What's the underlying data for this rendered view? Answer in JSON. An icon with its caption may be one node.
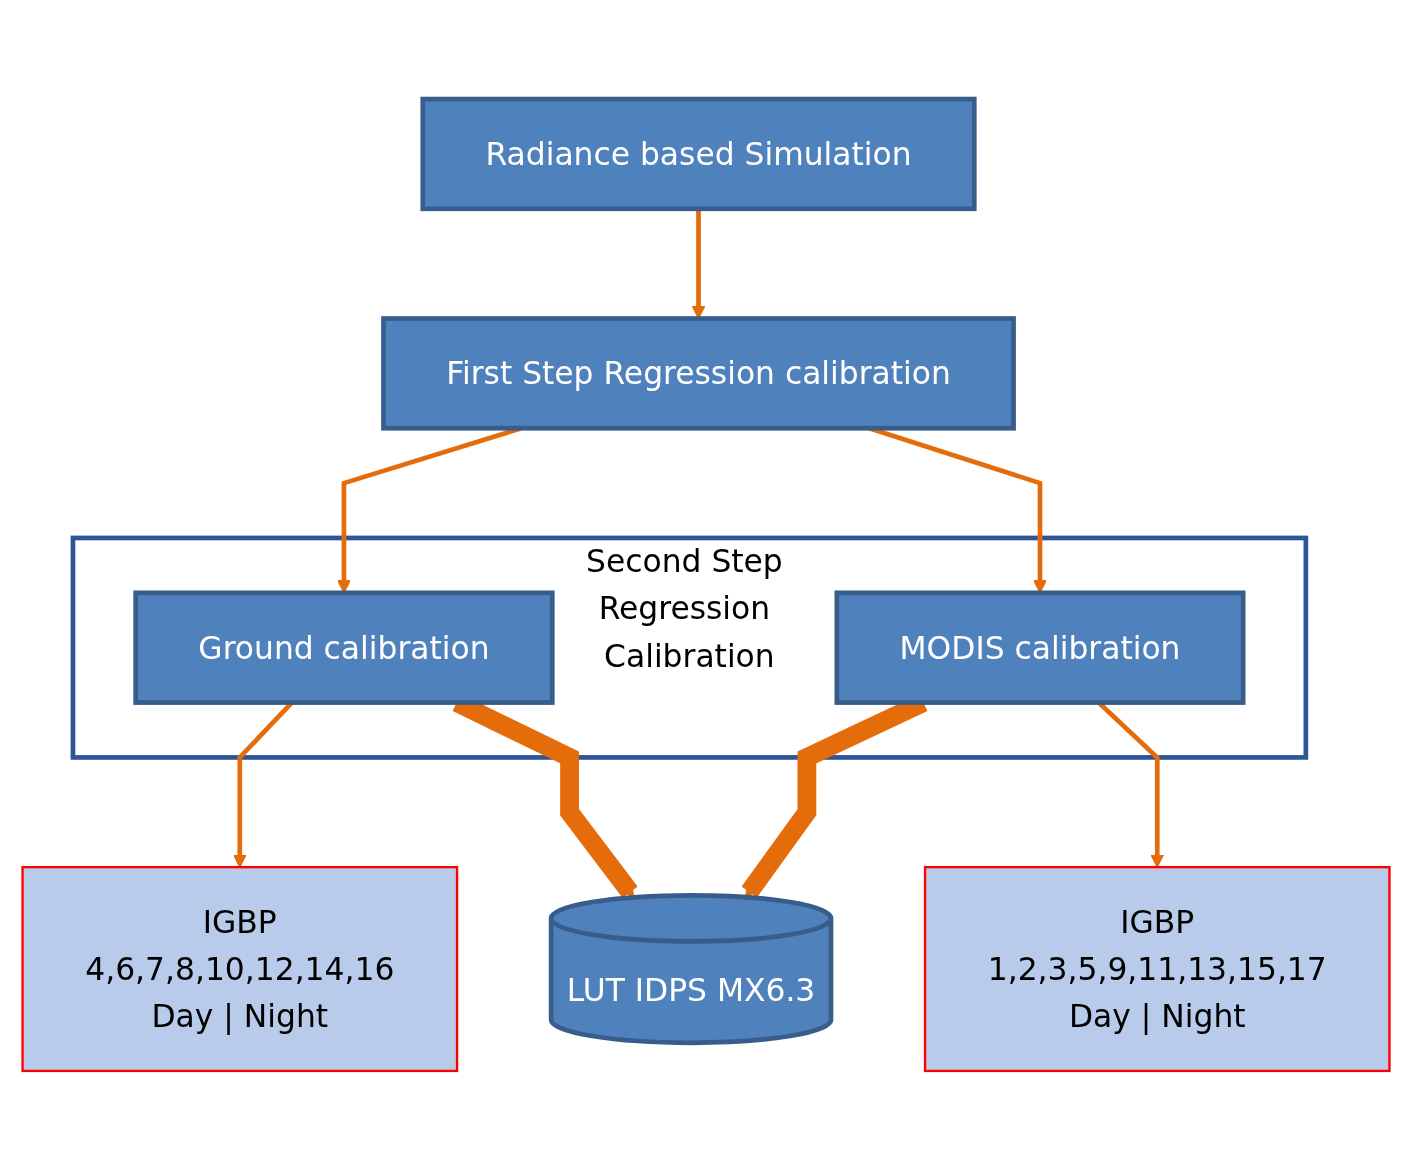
{
  "diagram": {
    "nodes": [
      {
        "text": [
          "LUT IDPS MX6.3"
        ]
      },
      {
        "text": [
          "Radiance based Simulation"
        ]
      },
      {
        "text": [
          "First Step Regression calibration"
        ]
      },
      {
        "text": [
          "Second Step Regression Calibration"
        ]
      },
      {
        "text": [
          "Ground calibration"
        ],
        "in": 3
      },
      {
        "text": [
          "MODIS calibration"
        ],
        "in": 3
      },
      {
        "text": [
          "IGBP",
          "4,6,7,8,10,12,14,16",
          "Day | Night"
        ]
      },
      {
        "text": [
          "IGBP",
          "1,2,3,5,9,11,13,15,17",
          "Day | Night"
        ]
      }
    ],
    "edges": [
      {
        "from": 1,
        "to": 2,
        "arrow": "to"
      },
      {
        "from": 2,
        "to": 4,
        "arrow": "to"
      },
      {
        "from": 2,
        "to": 5,
        "arrow": "to"
      },
      {
        "from": 4,
        "to": 6,
        "arrow": "to"
      },
      {
        "from": 5,
        "to": 7,
        "arrow": "to"
      },
      {
        "from": 4,
        "to": 0,
        "arrow": "to",
        "style": "thick"
      },
      {
        "from": 5,
        "to": 0,
        "arrow": "to",
        "style": "thick"
      }
    ]
  }
}
